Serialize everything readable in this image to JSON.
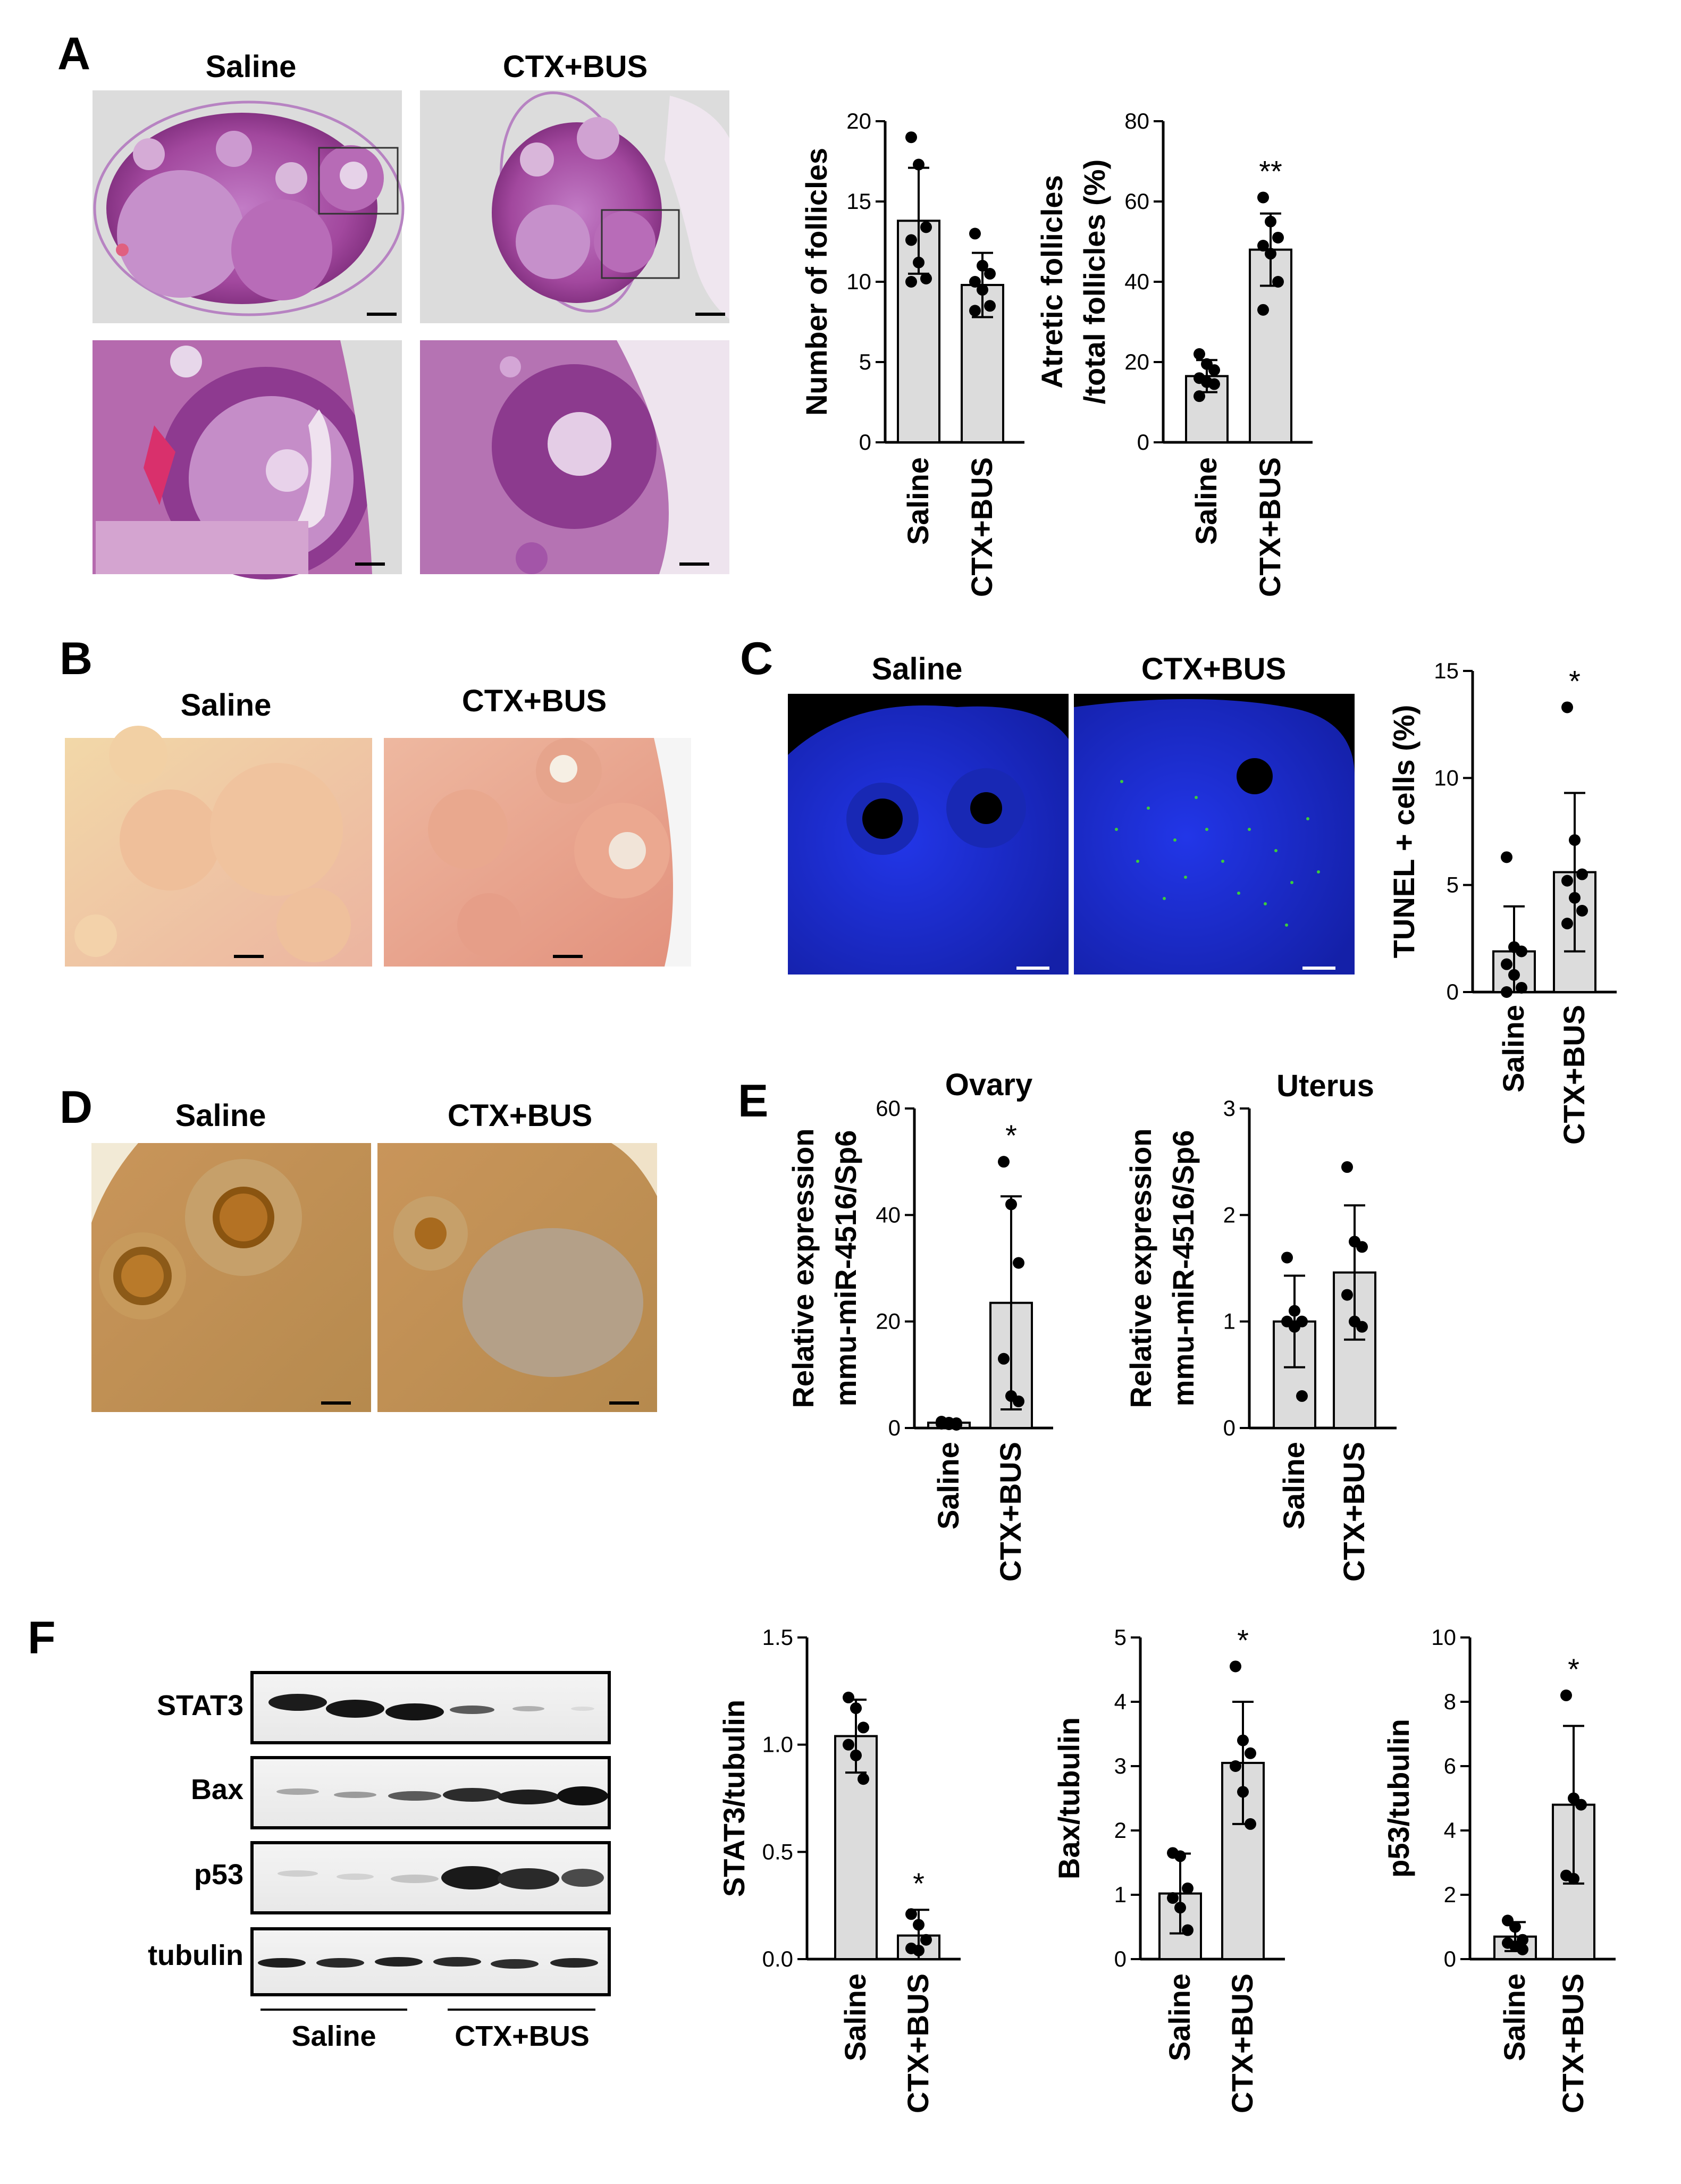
{
  "panels": {
    "A": {
      "letter": "A",
      "titles": [
        "Saline",
        "CTX+BUS"
      ]
    },
    "B": {
      "letter": "B",
      "titles": [
        "Saline",
        "CTX+BUS"
      ]
    },
    "C": {
      "letter": "C",
      "titles": [
        "Saline",
        "CTX+BUS"
      ]
    },
    "D": {
      "letter": "D",
      "titles": [
        "Saline",
        "CTX+BUS"
      ]
    },
    "E": {
      "letter": "E"
    },
    "F": {
      "letter": "F",
      "blot_rows": [
        "STAT3",
        "Bax",
        "p53",
        "tubulin"
      ],
      "blot_groups": [
        "Saline",
        "CTX+BUS"
      ]
    }
  },
  "colors": {
    "bar_fill": "#dcdcdc",
    "he_stain": "#b04fa8",
    "dapi": "#1a2bd8",
    "tunel": "#3ccc3c",
    "dab": "#a8702c"
  },
  "chart_data": [
    {
      "id": "A1",
      "type": "bar",
      "title": "",
      "xlabel": "",
      "ylabel": [
        "Number of follicles"
      ],
      "categories": [
        "Saline",
        "CTX+BUS"
      ],
      "ylim": [
        0,
        20
      ],
      "yticks": [
        0,
        5,
        10,
        15,
        20
      ],
      "tick_labels": [
        "0",
        "5",
        "10",
        "15",
        "20"
      ],
      "values": [
        13.8,
        9.8
      ],
      "errors": [
        3.3,
        2.0
      ],
      "points": [
        [
          19,
          17.3,
          13.4,
          12.6,
          11.2,
          10.2,
          10.0
        ],
        [
          13.0,
          11.0,
          10.5,
          10.0,
          9.5,
          8.5,
          8.2
        ]
      ],
      "significance": [
        "",
        ""
      ]
    },
    {
      "id": "A2",
      "type": "bar",
      "title": "",
      "xlabel": "",
      "ylabel": [
        "Atretic follicles",
        "/total follicles (%)"
      ],
      "categories": [
        "Saline",
        "CTX+BUS"
      ],
      "ylim": [
        0,
        80
      ],
      "yticks": [
        0,
        20,
        40,
        60,
        80
      ],
      "tick_labels": [
        "0",
        "20",
        "40",
        "60",
        "80"
      ],
      "values": [
        16.5,
        48
      ],
      "errors": [
        4,
        9
      ],
      "points": [
        [
          22,
          19.5,
          18,
          16,
          15,
          14.5,
          11.5
        ],
        [
          61,
          55,
          51,
          49,
          47,
          40,
          33
        ]
      ],
      "significance": [
        "",
        "**"
      ]
    },
    {
      "id": "C1",
      "type": "bar",
      "title": "",
      "xlabel": "",
      "ylabel": [
        "TUNEL + cells (%)"
      ],
      "categories": [
        "Saline",
        "CTX+BUS"
      ],
      "ylim": [
        0,
        15
      ],
      "yticks": [
        0,
        5,
        10,
        15
      ],
      "tick_labels": [
        "0",
        "5",
        "10",
        "15"
      ],
      "values": [
        1.9,
        5.6
      ],
      "errors": [
        2.1,
        3.7
      ],
      "points": [
        [
          6.3,
          2.1,
          1.9,
          1.3,
          0.8,
          0.2,
          0.0
        ],
        [
          13.3,
          7.1,
          5.5,
          5.2,
          4.4,
          3.8,
          3.2
        ]
      ],
      "significance": [
        "",
        "*"
      ]
    },
    {
      "id": "E1",
      "type": "bar",
      "title": "Ovary",
      "xlabel": "",
      "ylabel": [
        "Relative expression",
        "mmu-miR-4516/Sp6"
      ],
      "categories": [
        "Saline",
        "CTX+BUS"
      ],
      "ylim": [
        0,
        60
      ],
      "yticks": [
        0,
        20,
        40,
        60
      ],
      "tick_labels": [
        "0",
        "20",
        "40",
        "60"
      ],
      "values": [
        1.0,
        23.5
      ],
      "errors": [
        0.4,
        20
      ],
      "points": [
        [
          1.2,
          1.0,
          0.9,
          0.8,
          0.7,
          0.6
        ],
        [
          50,
          42,
          31,
          13,
          6,
          5
        ]
      ],
      "significance": [
        "",
        "*"
      ]
    },
    {
      "id": "E2",
      "type": "bar",
      "title": "Uterus",
      "xlabel": "",
      "ylabel": [
        "Relative expression",
        "mmu-miR-4516/Sp6"
      ],
      "categories": [
        "Saline",
        "CTX+BUS"
      ],
      "ylim": [
        0,
        3
      ],
      "yticks": [
        0,
        1,
        2,
        3
      ],
      "tick_labels": [
        "0",
        "1",
        "2",
        "3"
      ],
      "values": [
        1.0,
        1.46
      ],
      "errors": [
        0.43,
        0.63
      ],
      "points": [
        [
          1.6,
          1.1,
          1.0,
          1.0,
          0.95,
          0.3
        ],
        [
          2.45,
          1.75,
          1.7,
          1.25,
          1.0,
          0.95
        ]
      ],
      "significance": [
        "",
        ""
      ]
    },
    {
      "id": "F1",
      "type": "bar",
      "title": "",
      "xlabel": "",
      "ylabel": [
        "STAT3/tubulin"
      ],
      "categories": [
        "Saline",
        "CTX+BUS"
      ],
      "ylim": [
        0,
        1.5
      ],
      "yticks": [
        0,
        0.5,
        1.0,
        1.5
      ],
      "tick_labels": [
        "0.0",
        "0.5",
        "1.0",
        "1.5"
      ],
      "values": [
        1.04,
        0.11
      ],
      "errors": [
        0.17,
        0.12
      ],
      "points": [
        [
          1.22,
          1.17,
          1.08,
          1.0,
          0.95,
          0.84
        ],
        [
          0.21,
          0.16,
          0.09,
          0.05,
          0.04
        ]
      ],
      "significance": [
        "",
        "*"
      ]
    },
    {
      "id": "F2",
      "type": "bar",
      "title": "",
      "xlabel": "",
      "ylabel": [
        "Bax/tubulin"
      ],
      "categories": [
        "Saline",
        "CTX+BUS"
      ],
      "ylim": [
        0,
        5
      ],
      "yticks": [
        0,
        1,
        2,
        3,
        4,
        5
      ],
      "tick_labels": [
        "0",
        "1",
        "2",
        "3",
        "4",
        "5"
      ],
      "values": [
        1.02,
        3.05
      ],
      "errors": [
        0.62,
        0.95
      ],
      "points": [
        [
          1.65,
          1.6,
          1.1,
          0.95,
          0.8,
          0.45
        ],
        [
          4.55,
          3.4,
          3.2,
          3.0,
          2.6,
          2.1
        ]
      ],
      "significance": [
        "",
        "*"
      ]
    },
    {
      "id": "F3",
      "type": "bar",
      "title": "",
      "xlabel": "",
      "ylabel": [
        "p53/tubulin"
      ],
      "categories": [
        "Saline",
        "CTX+BUS"
      ],
      "ylim": [
        0,
        10
      ],
      "yticks": [
        0,
        2,
        4,
        6,
        8,
        10
      ],
      "tick_labels": [
        "0",
        "2",
        "4",
        "6",
        "8",
        "10"
      ],
      "values": [
        0.7,
        4.8
      ],
      "errors": [
        0.45,
        2.45
      ],
      "points": [
        [
          1.2,
          1.0,
          0.6,
          0.5,
          0.4,
          0.3
        ],
        [
          8.2,
          5.0,
          4.8,
          2.6,
          2.5
        ]
      ],
      "significance": [
        "",
        "*"
      ]
    }
  ]
}
